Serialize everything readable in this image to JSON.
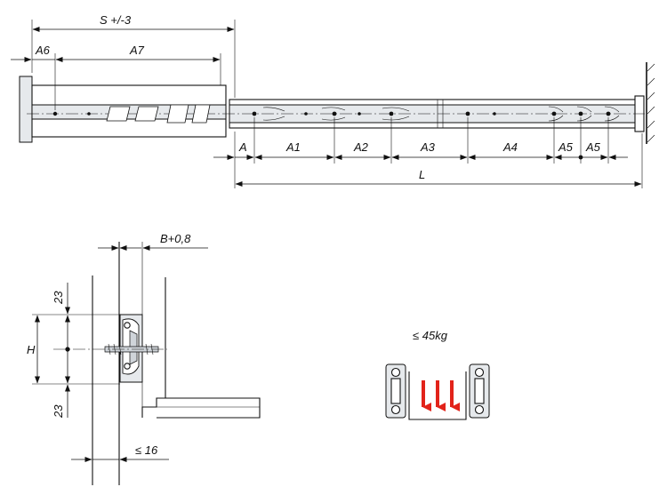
{
  "top_view": {
    "label_stroke": "S +/-3",
    "label_a6": "A6",
    "label_a7": "A7",
    "label_a": "A",
    "label_a1": "A1",
    "label_a2": "A2",
    "label_a3": "A3",
    "label_a4": "A4",
    "label_a5_left": "A5",
    "label_a5_right": "A5",
    "label_length": "L"
  },
  "side_view": {
    "label_b": "B+0,8",
    "label_top_23": "23",
    "label_height": "H",
    "label_bottom_23": "23",
    "label_max_16": "≤ 16"
  },
  "load": {
    "label": "≤ 45kg",
    "arrow_color": "#e2231a"
  },
  "colors": {
    "line": "#111111",
    "slide_fill": "#e6e9ec",
    "load_arrow": "#e2231a"
  }
}
